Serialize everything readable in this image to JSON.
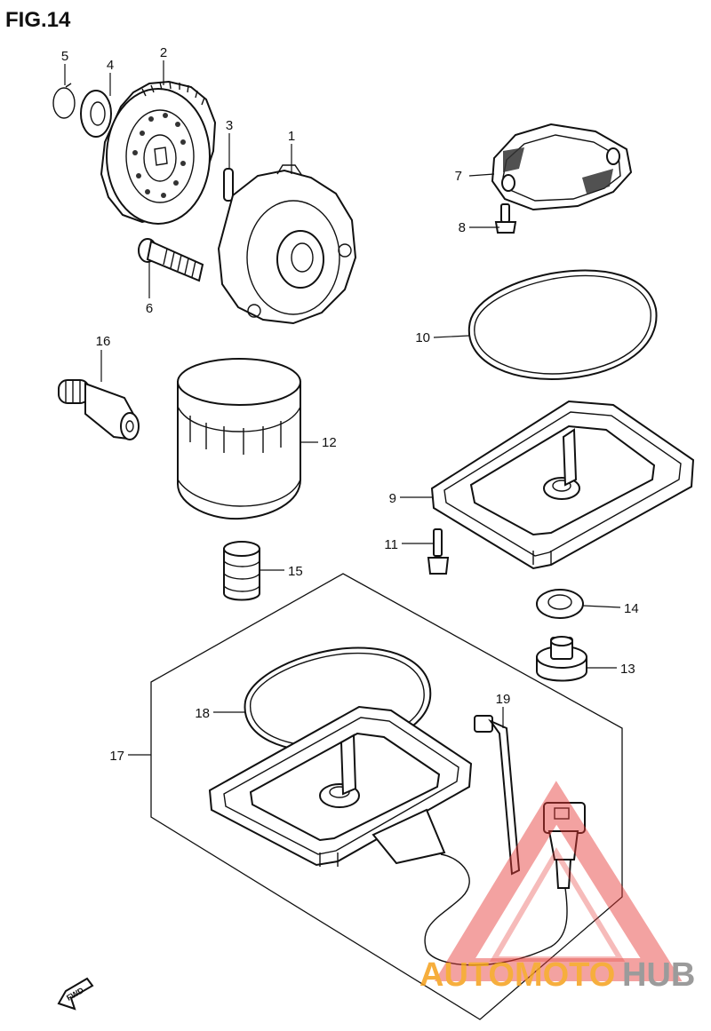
{
  "figure": {
    "title": "FIG.14"
  },
  "callouts": [
    {
      "id": "5",
      "label": "5"
    },
    {
      "id": "4",
      "label": "4"
    },
    {
      "id": "2",
      "label": "2"
    },
    {
      "id": "3",
      "label": "3"
    },
    {
      "id": "1",
      "label": "1"
    },
    {
      "id": "7",
      "label": "7"
    },
    {
      "id": "8",
      "label": "8"
    },
    {
      "id": "6",
      "label": "6"
    },
    {
      "id": "10",
      "label": "10"
    },
    {
      "id": "16",
      "label": "16"
    },
    {
      "id": "12",
      "label": "12"
    },
    {
      "id": "9",
      "label": "9"
    },
    {
      "id": "11",
      "label": "11"
    },
    {
      "id": "15",
      "label": "15"
    },
    {
      "id": "14",
      "label": "14"
    },
    {
      "id": "13",
      "label": "13"
    },
    {
      "id": "18",
      "label": "18"
    },
    {
      "id": "19",
      "label": "19"
    },
    {
      "id": "17",
      "label": "17"
    }
  ],
  "fwd_arrow": {
    "label": "FWD"
  },
  "watermark": {
    "part1": "AUTOMOTO",
    "part2": "HUB",
    "color1": "#f5a11c",
    "color2": "#8a8a8a",
    "triangle_color": "#e53935"
  }
}
